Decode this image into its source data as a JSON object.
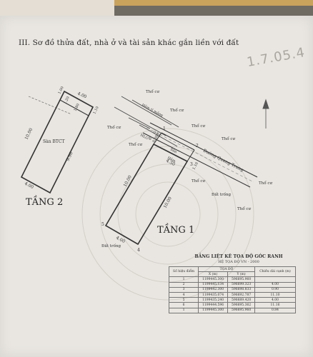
{
  "section_title": "III. Sơ đồ thửa đất, nhà ở và tài sản khác gắn liền với đất",
  "handwritten_number": "1.7.05.4",
  "floor2": {
    "label": "TẦNG 2",
    "room_label": "Sàn BTCT",
    "dims": {
      "top": "4.00",
      "left": "10.00",
      "right": "9.96",
      "bottom": "4.00",
      "d1": "1.00",
      "d2": "1.20",
      "d3": "1.80",
      "d4": "1.10"
    }
  },
  "floor1": {
    "label": "TẦNG 1",
    "dims": {
      "left": "10.00",
      "right": "10.00",
      "bottom": "4.00",
      "top": "4.50",
      "d1": "0.84",
      "d2": "0.60",
      "d3": "1.10"
    },
    "point_labels": [
      "1",
      "2",
      "3",
      "4",
      "5",
      "6"
    ]
  },
  "surroundings": {
    "tho_cu": "Thổ cư",
    "hem_mang": "Hẻm tl mảng",
    "hem": "Hẻm",
    "hlg": "HLG",
    "san": "Sân",
    "road": "Đường Quang Trung",
    "dat_trong": "Đất trống"
  },
  "table": {
    "title": "BẢNG LIỆT KÊ TỌA ĐỘ GÓC RANH",
    "subtitle": "HỆ TỌA ĐỘ VN - 2000",
    "headers": [
      "Số hiệu điểm",
      "X (m)",
      "Y (m)",
      "Chiều dài cạnh (m)"
    ],
    "group_header": "TỌA ĐỘ",
    "rows": [
      [
        "1",
        "1199445.300",
        "596695.960",
        ""
      ],
      [
        "2",
        "1199445.134",
        "596699.323",
        "4.00"
      ],
      [
        "3",
        "1199442.300",
        "596698.833",
        "0.90"
      ],
      [
        "4",
        "1199435.074",
        "596692.787",
        "11.10"
      ],
      [
        "5",
        "1199435.240",
        "596689.420",
        "4.00"
      ],
      [
        "6",
        "1199444.596",
        "596695.362",
        "11.16"
      ],
      [
        "1",
        "1199445.300",
        "596695.960",
        "0.84"
      ]
    ]
  }
}
